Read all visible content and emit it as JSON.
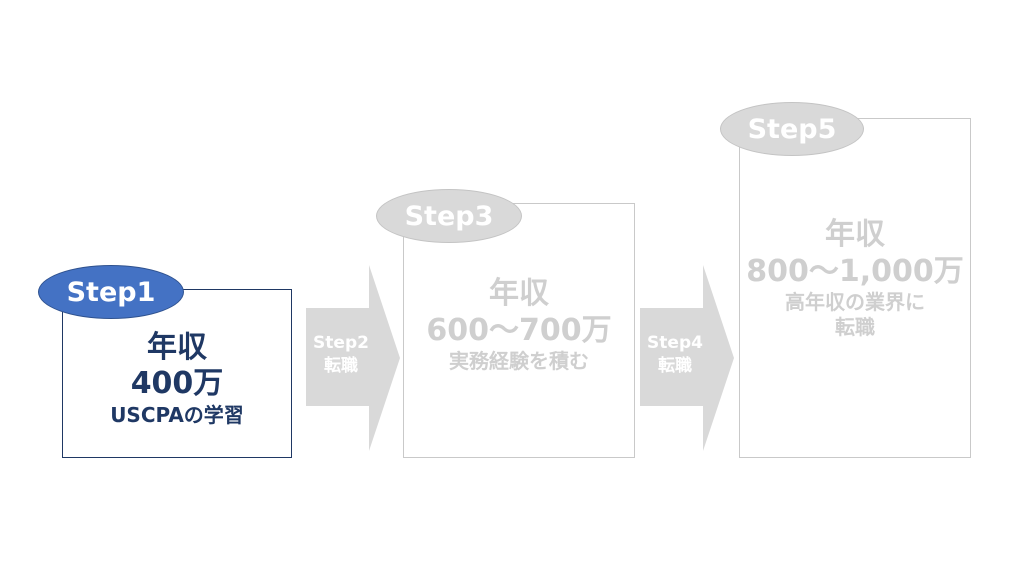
{
  "steps": [
    {
      "badge": "Step1",
      "line1": "年収",
      "line2": "400万",
      "line3": "USCPAの学習"
    },
    {
      "badge": "Step3",
      "line1": "年収",
      "line2": "600～700万",
      "line3": "実務経験を積む"
    },
    {
      "badge": "Step5",
      "line1": "年収",
      "line2": "800～1,000万",
      "line3": "高年収の業界に",
      "line4": "転職"
    }
  ],
  "arrows": [
    {
      "step": "Step2",
      "label": "転職"
    },
    {
      "step": "Step4",
      "label": "転職"
    }
  ],
  "colors": {
    "active_badge": "#4472c4",
    "active_text": "#1f3864",
    "inactive": "#d9d9d9",
    "inactive_text": "#cfcfcf"
  }
}
